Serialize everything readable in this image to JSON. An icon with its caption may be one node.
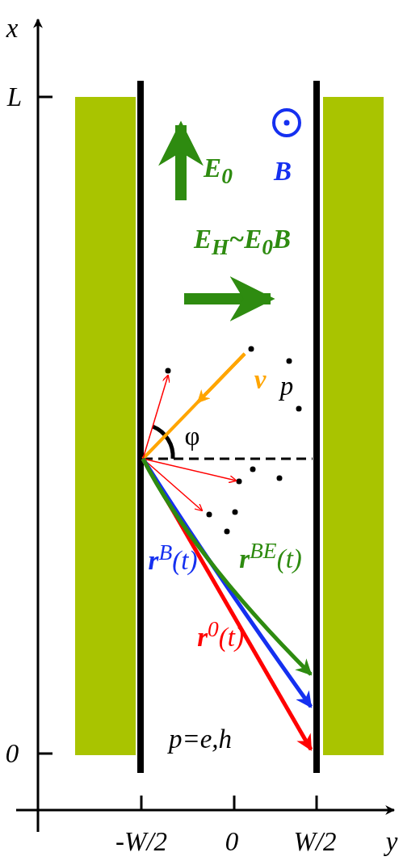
{
  "diagram": {
    "nodes": [
      {
        "text": [],
        "shape": "box"
      },
      {
        "text": [],
        "shape": "box"
      }
    ],
    "labels": [
      "x",
      "L",
      "0",
      "-W/2",
      "0",
      "W/2",
      "y",
      "E$_{0}$",
      "B",
      "E$_{H}$~E$_{0}$B",
      "v",
      "p",
      "φ",
      "**r**$^{B}$(t)",
      "**r**$^{BE}$(t)",
      "**r**$^{0}$(t)",
      "p=e,h"
    ]
  }
}
